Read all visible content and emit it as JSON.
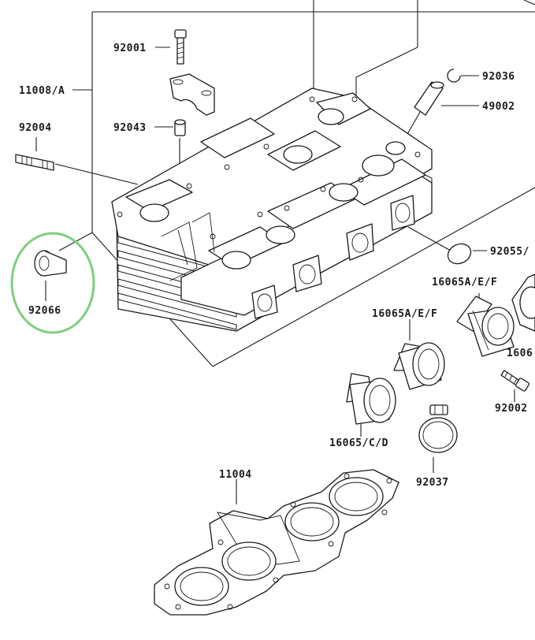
{
  "diagram": {
    "labels": {
      "p92001": "92001",
      "p11008": "11008/A",
      "p92004": "92004",
      "p92043": "92043",
      "p92066": "92066",
      "p92036": "92036",
      "p49002": "49002",
      "p92055": "92055/",
      "p16065aef_1": "16065A/E/F",
      "p16065aef_2": "16065A/E/F",
      "p1606": "1606",
      "p92002": "92002",
      "p16065cd": "16065/C/D",
      "p92037": "92037",
      "p11004": "11004"
    },
    "highlight_color": "#7ccf7c"
  }
}
